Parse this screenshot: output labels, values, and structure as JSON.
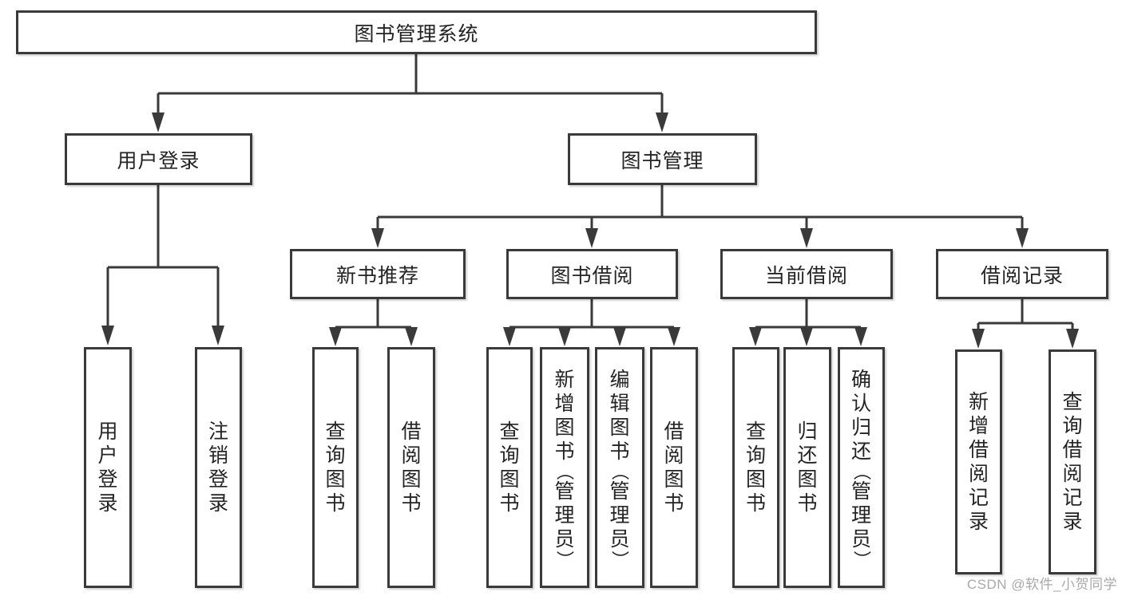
{
  "colors": {
    "line": "#3a3a3a",
    "box_border": "#3a3a3a",
    "box_fill": "#ffffff",
    "text": "#242424",
    "watermark": "#a9a9a9",
    "background": "#ffffff"
  },
  "watermark": {
    "text": "CSDN @软件_小贺同学"
  },
  "tree": {
    "root": {
      "label": "图书管理系统"
    },
    "branches": [
      {
        "label": "用户登录",
        "children": [
          {
            "label": "用户登录"
          },
          {
            "label": "注销登录"
          }
        ]
      },
      {
        "label": "图书管理",
        "children": [
          {
            "label": "新书推荐",
            "children": [
              {
                "label": "查询图书"
              },
              {
                "label": "借阅图书"
              }
            ]
          },
          {
            "label": "图书借阅",
            "children": [
              {
                "label": "查询图书"
              },
              {
                "label": "新增图书（管理员）"
              },
              {
                "label": "编辑图书（管理员）"
              },
              {
                "label": "借阅图书"
              }
            ]
          },
          {
            "label": "当前借阅",
            "children": [
              {
                "label": "查询图书"
              },
              {
                "label": "归还图书"
              },
              {
                "label": "确认归还（管理员）"
              }
            ]
          },
          {
            "label": "借阅记录",
            "children": [
              {
                "label": "新增借阅记录"
              },
              {
                "label": "查询借阅记录"
              }
            ]
          }
        ]
      }
    ]
  }
}
